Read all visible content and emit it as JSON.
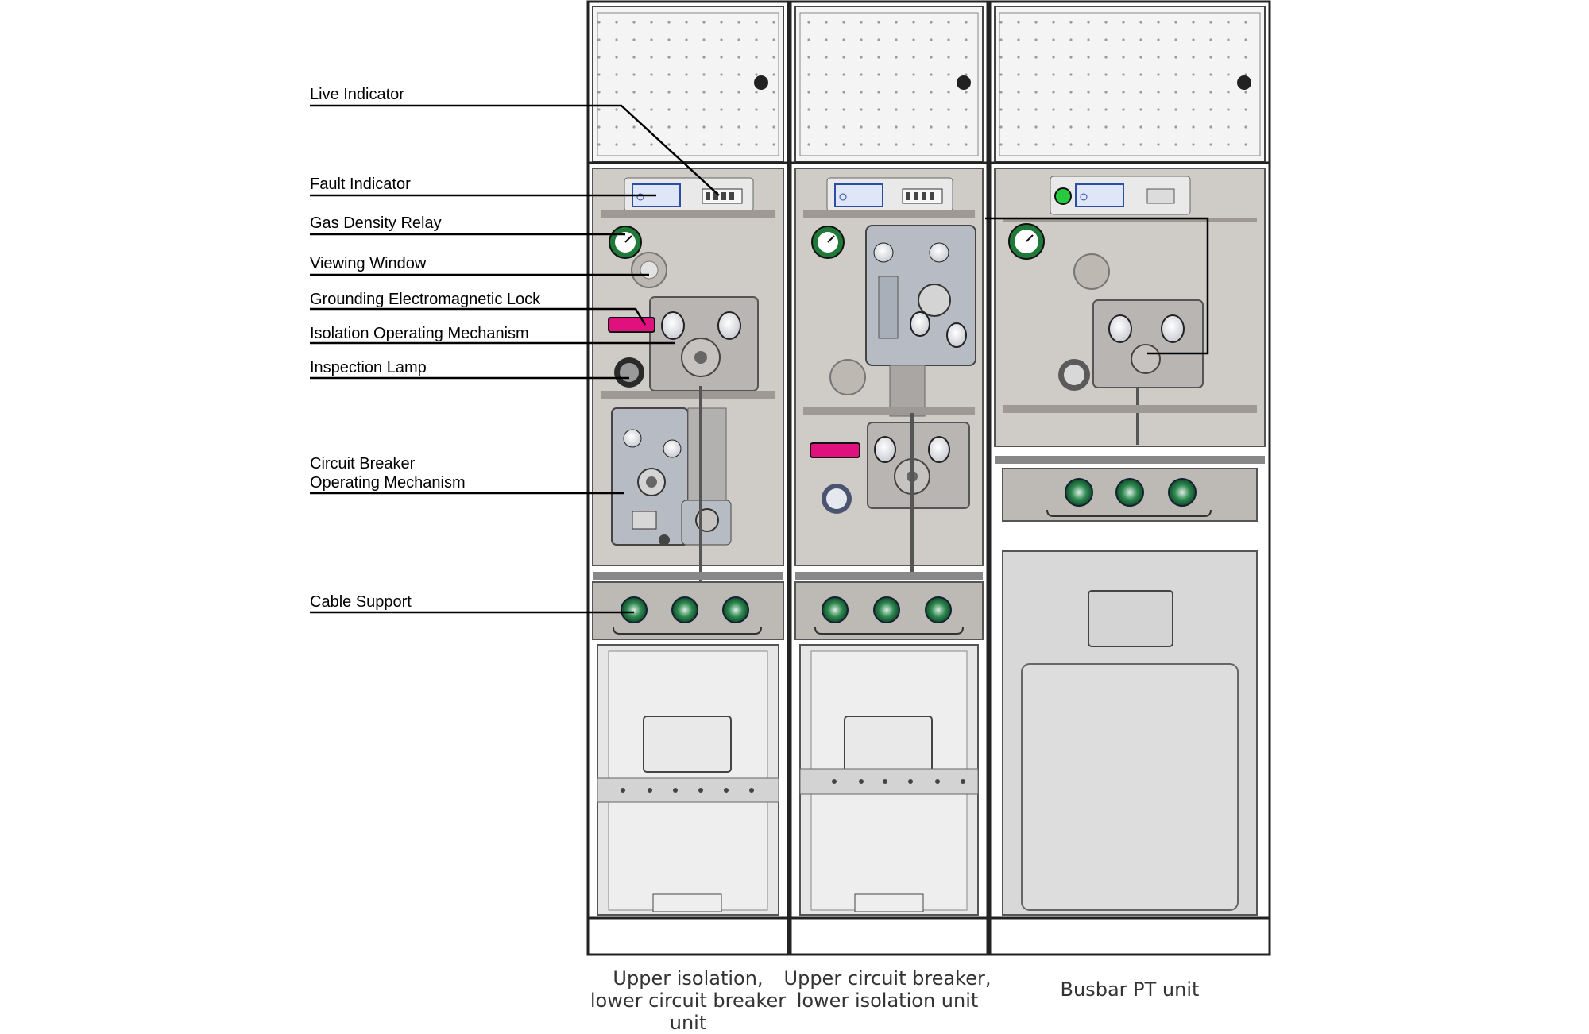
{
  "callouts": [
    {
      "id": "live-indicator",
      "label": "Live Indicator"
    },
    {
      "id": "fault-indicator",
      "label": "Fault Indicator"
    },
    {
      "id": "gas-density-relay",
      "label": "Gas Density Relay"
    },
    {
      "id": "viewing-window",
      "label": "Viewing Window"
    },
    {
      "id": "grounding-lock",
      "label": "Grounding Electromagnetic Lock"
    },
    {
      "id": "isolation-mechanism",
      "label": "Isolation Operating Mechanism"
    },
    {
      "id": "inspection-lamp",
      "label": "Inspection Lamp"
    },
    {
      "id": "cb-mechanism",
      "label": "Circuit Breaker\nOperating Mechanism"
    },
    {
      "id": "cable-support",
      "label": "Cable Support"
    }
  ],
  "units": [
    {
      "label": "Upper isolation,\nlower circuit breaker\nunit"
    },
    {
      "label": "Upper circuit breaker,\nlower isolation unit"
    },
    {
      "label": "Busbar PT unit"
    }
  ],
  "colors": {
    "panel": "#cfcbc6",
    "panel_dark": "#a9a49f",
    "frame": "#2a2a2a",
    "lock_magenta": "#e0117f",
    "gauge_green": "#1f7a3a",
    "bushing_green": "#2f8a52",
    "led_green": "#27c93f",
    "display_blue": "#2b4fa6"
  }
}
